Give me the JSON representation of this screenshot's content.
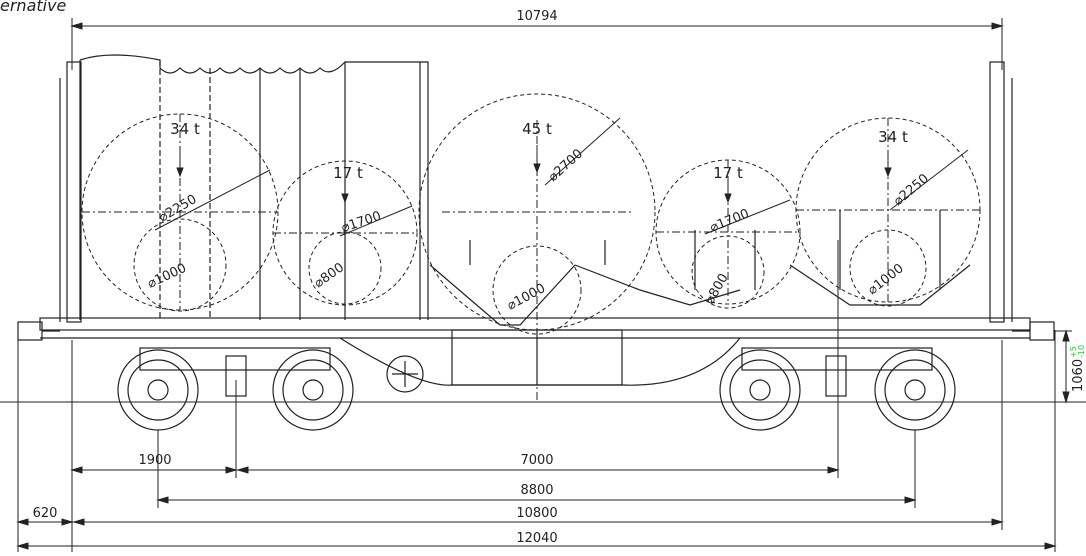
{
  "caption": "ernative",
  "loads": [
    {
      "weight": "34 t",
      "diameter": "⌀2250",
      "inner_diameter": "⌀1000"
    },
    {
      "weight": "17 t",
      "diameter": "⌀1700",
      "inner_diameter": "⌀800"
    },
    {
      "weight": "45 t",
      "diameter": "⌀2700",
      "inner_diameter": "⌀1000"
    },
    {
      "weight": "17 t",
      "diameter": "⌀1700",
      "inner_diameter": "⌀800"
    },
    {
      "weight": "34 t",
      "diameter": "⌀2250",
      "inner_diameter": "⌀1000"
    }
  ],
  "dimensions": {
    "top_length": "10794",
    "bogie_wheelbase": "1900",
    "bogie_spacing": "7000",
    "pivot_spacing": "8800",
    "buffer_offset": "620",
    "frame_length": "10800",
    "overall_length": "12040",
    "buffer_height": "1060",
    "buffer_tolerance_upper": "+5",
    "buffer_tolerance_lower": "-10"
  },
  "colors": {
    "line": "#222222",
    "tolerance": "#2fbf3a"
  }
}
